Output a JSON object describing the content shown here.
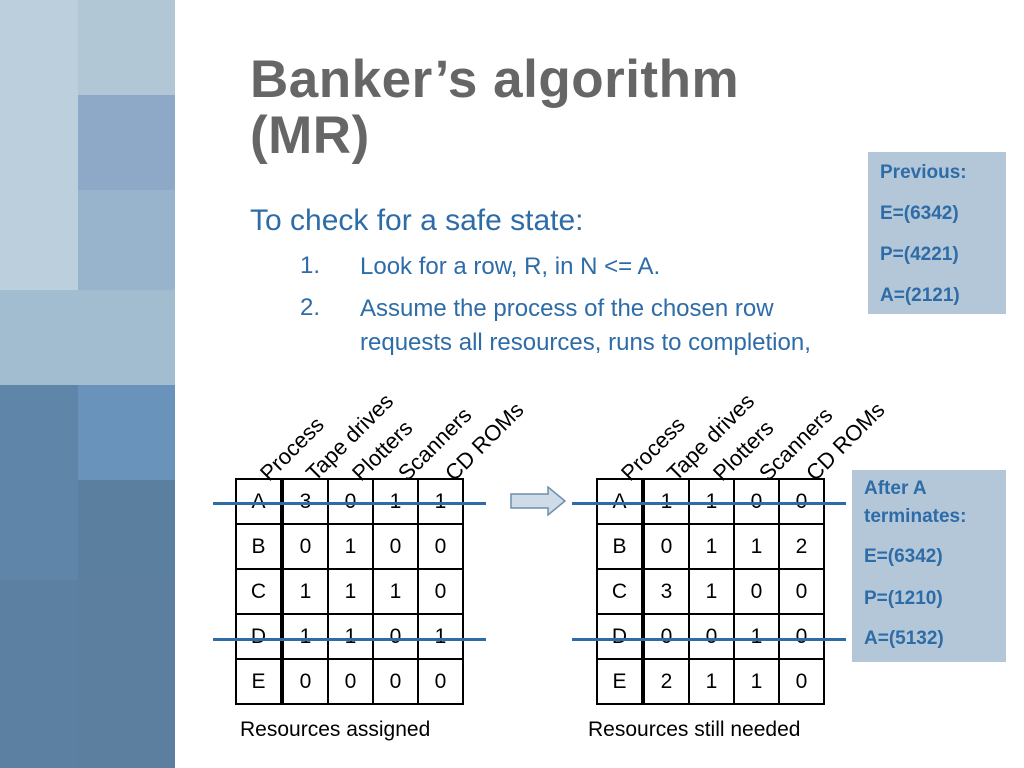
{
  "title": "Banker’s algorithm (MR)",
  "title_line1": "Banker’s algorithm",
  "title_line2": "(MR)",
  "subtitle": "To check for a safe state:",
  "steps": [
    {
      "num": "1.",
      "lines": [
        "Look for a row, R, in N <= A."
      ]
    },
    {
      "num": "2.",
      "lines": [
        "Assume the process of the chosen row",
        "requests all resources, runs to completion,"
      ]
    }
  ],
  "previous_box": {
    "lines": [
      "Previous:",
      "E=(6342)",
      "P=(4221)",
      "A=(2121)"
    ]
  },
  "after_box": {
    "lines": [
      "After A",
      "terminates:",
      "E=(6342)",
      "P=(1210)",
      "A=(5132)"
    ]
  },
  "column_headers": [
    "Process",
    "Tape drives",
    "Plotters",
    "Scanners",
    "CD ROMs"
  ],
  "assigned": {
    "caption": "Resources assigned",
    "rows": [
      [
        "A",
        "3",
        "0",
        "1",
        "1"
      ],
      [
        "B",
        "0",
        "1",
        "0",
        "0"
      ],
      [
        "C",
        "1",
        "1",
        "1",
        "0"
      ],
      [
        "D",
        "1",
        "1",
        "0",
        "1"
      ],
      [
        "E",
        "0",
        "0",
        "0",
        "0"
      ]
    ]
  },
  "needed": {
    "caption": "Resources still needed",
    "rows": [
      [
        "A",
        "1",
        "1",
        "0",
        "0"
      ],
      [
        "B",
        "0",
        "1",
        "1",
        "2"
      ],
      [
        "C",
        "3",
        "1",
        "0",
        "0"
      ],
      [
        "D",
        "0",
        "0",
        "1",
        "0"
      ],
      [
        "E",
        "2",
        "1",
        "1",
        "0"
      ]
    ]
  },
  "colors": {
    "accent": "#2e6ca8",
    "title": "#666666",
    "box_bg": "#b3c7d8"
  }
}
